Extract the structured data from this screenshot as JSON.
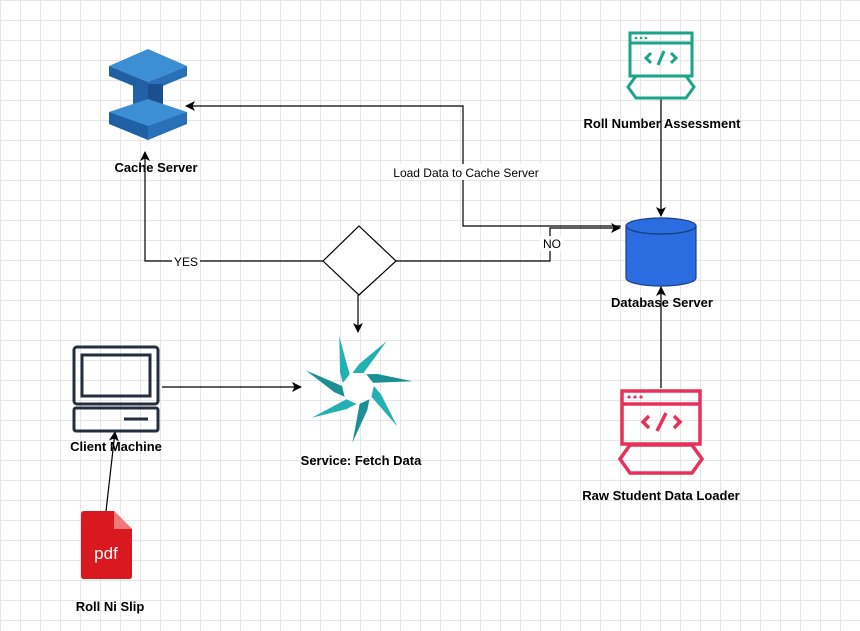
{
  "nodes": {
    "cache_server": {
      "label": "Cache Server",
      "icon": "cache-server-icon",
      "color": "#2e73b8"
    },
    "roll_number_assessment": {
      "label": "Roll Number Assessment",
      "icon": "code-window-icon",
      "color": "#1aa58a"
    },
    "database_server": {
      "label": "Database Server",
      "icon": "database-icon",
      "color": "#2b6de0"
    },
    "client_machine": {
      "label": "Client Machine",
      "icon": "computer-icon",
      "color": "#232f3e"
    },
    "fetch_service": {
      "label": "Service: Fetch Data",
      "icon": "service-icon",
      "color": "#1fa5a5"
    },
    "raw_loader": {
      "label": "Raw Student Data Loader",
      "icon": "code-window-icon",
      "color": "#e8305a"
    },
    "roll_slip": {
      "label": "Roll Ni Slip",
      "icon": "pdf-icon",
      "color": "#d9181f",
      "badge": "pdf"
    }
  },
  "edge_labels": {
    "load_data": "Load Data to Cache Server",
    "yes": "YES",
    "no": "NO"
  }
}
